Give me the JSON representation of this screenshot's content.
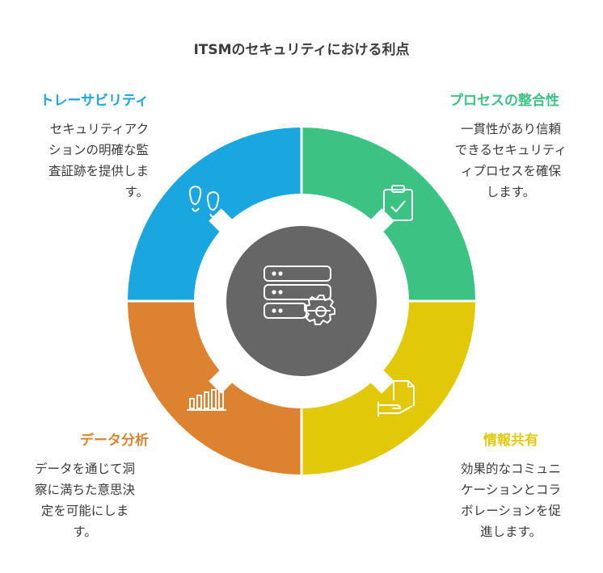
{
  "title": "ITSMのセキュリティにおける利点",
  "colors": {
    "traceability": "#1aa7e0",
    "process": "#3cc384",
    "info": "#e1c90a",
    "data": "#dd8230",
    "center": "#666666"
  },
  "sections": {
    "traceability": {
      "heading": "トレーサビリティ",
      "lines": [
        "セキュリティアク",
        "ションの明確な監",
        "査証跡を提供しま",
        "す。"
      ],
      "icon": "footprints-icon"
    },
    "process": {
      "heading": "プロセスの整合性",
      "lines": [
        "一貫性があり信頼",
        "できるセキュリティ",
        "ィプロセスを確保",
        "します。"
      ],
      "icon": "clipboard-check-icon"
    },
    "info": {
      "heading": "情報共有",
      "lines": [
        "効果的なコミュニ",
        "ケーションとコラ",
        "ボレーションを促",
        "進します。"
      ],
      "icon": "hand-document-icon"
    },
    "data": {
      "heading": "データ分析",
      "lines": [
        "データを通じて洞",
        "察に満ちた意思決",
        "定を可能にしま",
        "す。"
      ],
      "icon": "bar-chart-icon"
    }
  },
  "center_icon": "server-gear-icon"
}
